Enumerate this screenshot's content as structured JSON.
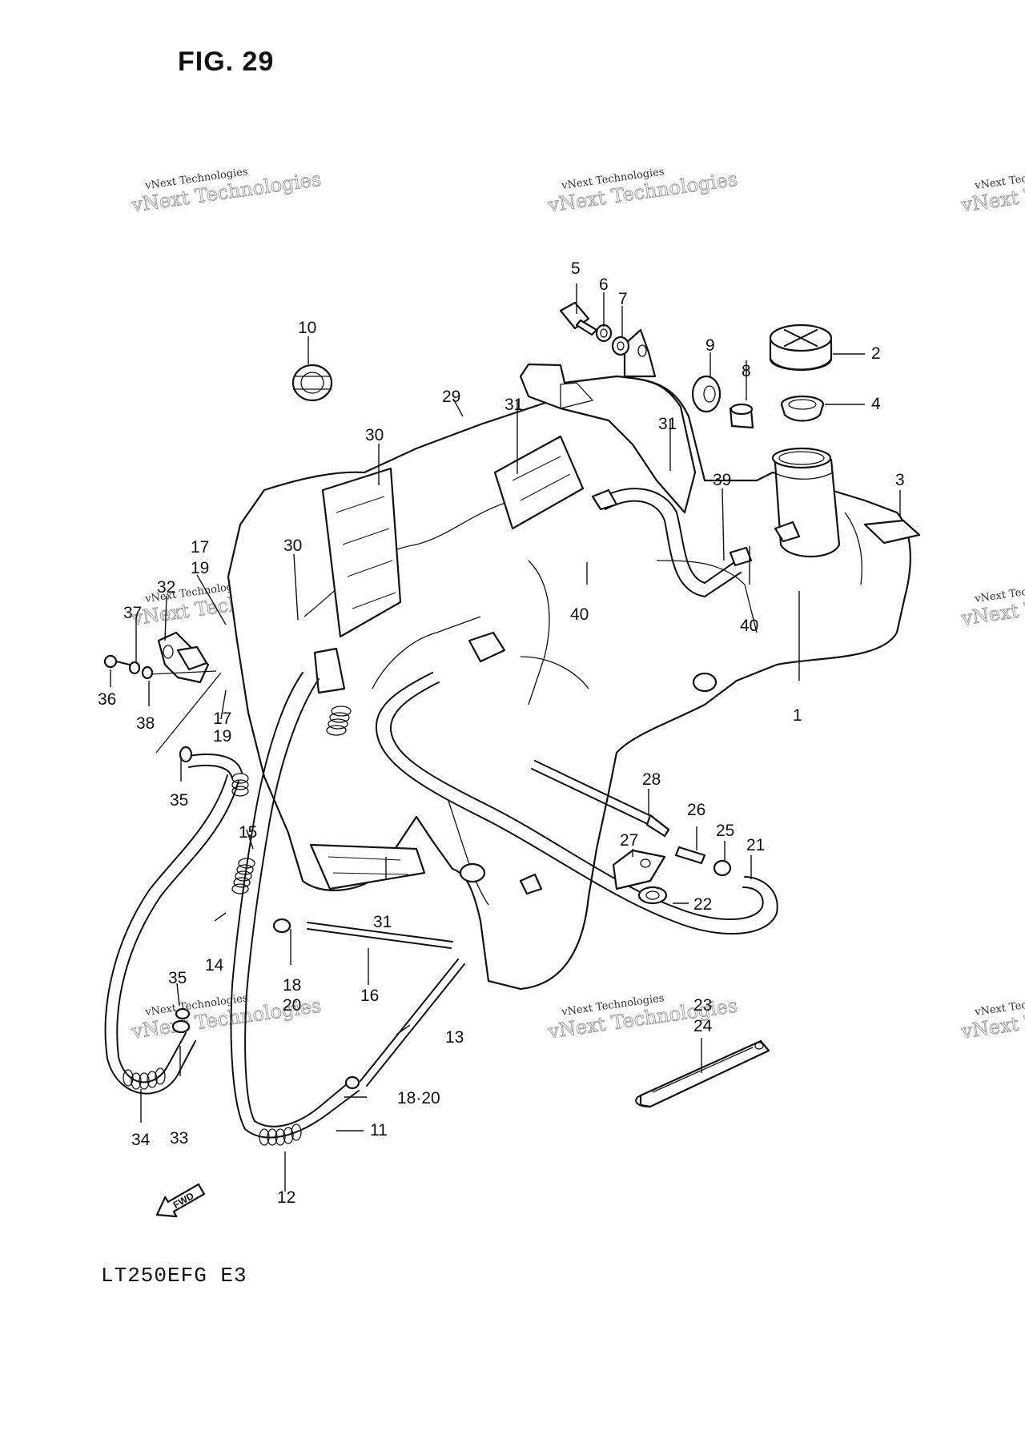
{
  "figure": {
    "title": "FIG. 29",
    "model_code": "LT250EFG  E3"
  },
  "watermark": {
    "line1": "vNext Technologies",
    "line2": "vNext Technologies"
  },
  "icons": {
    "forward_arrow": "fwd-arrow-icon",
    "forward_label": "FWD"
  },
  "callouts": [
    "1",
    "2",
    "3",
    "4",
    "5",
    "6",
    "7",
    "8",
    "9",
    "10",
    "11",
    "12",
    "13",
    "14",
    "15",
    "16",
    "17",
    "19",
    "17",
    "19",
    "18",
    "20",
    "18·20",
    "21",
    "22",
    "23",
    "24",
    "25",
    "26",
    "27",
    "28",
    "29",
    "30",
    "30",
    "31",
    "31",
    "31",
    "32",
    "33",
    "34",
    "35",
    "35",
    "36",
    "37",
    "38",
    "39",
    "40",
    "40"
  ]
}
